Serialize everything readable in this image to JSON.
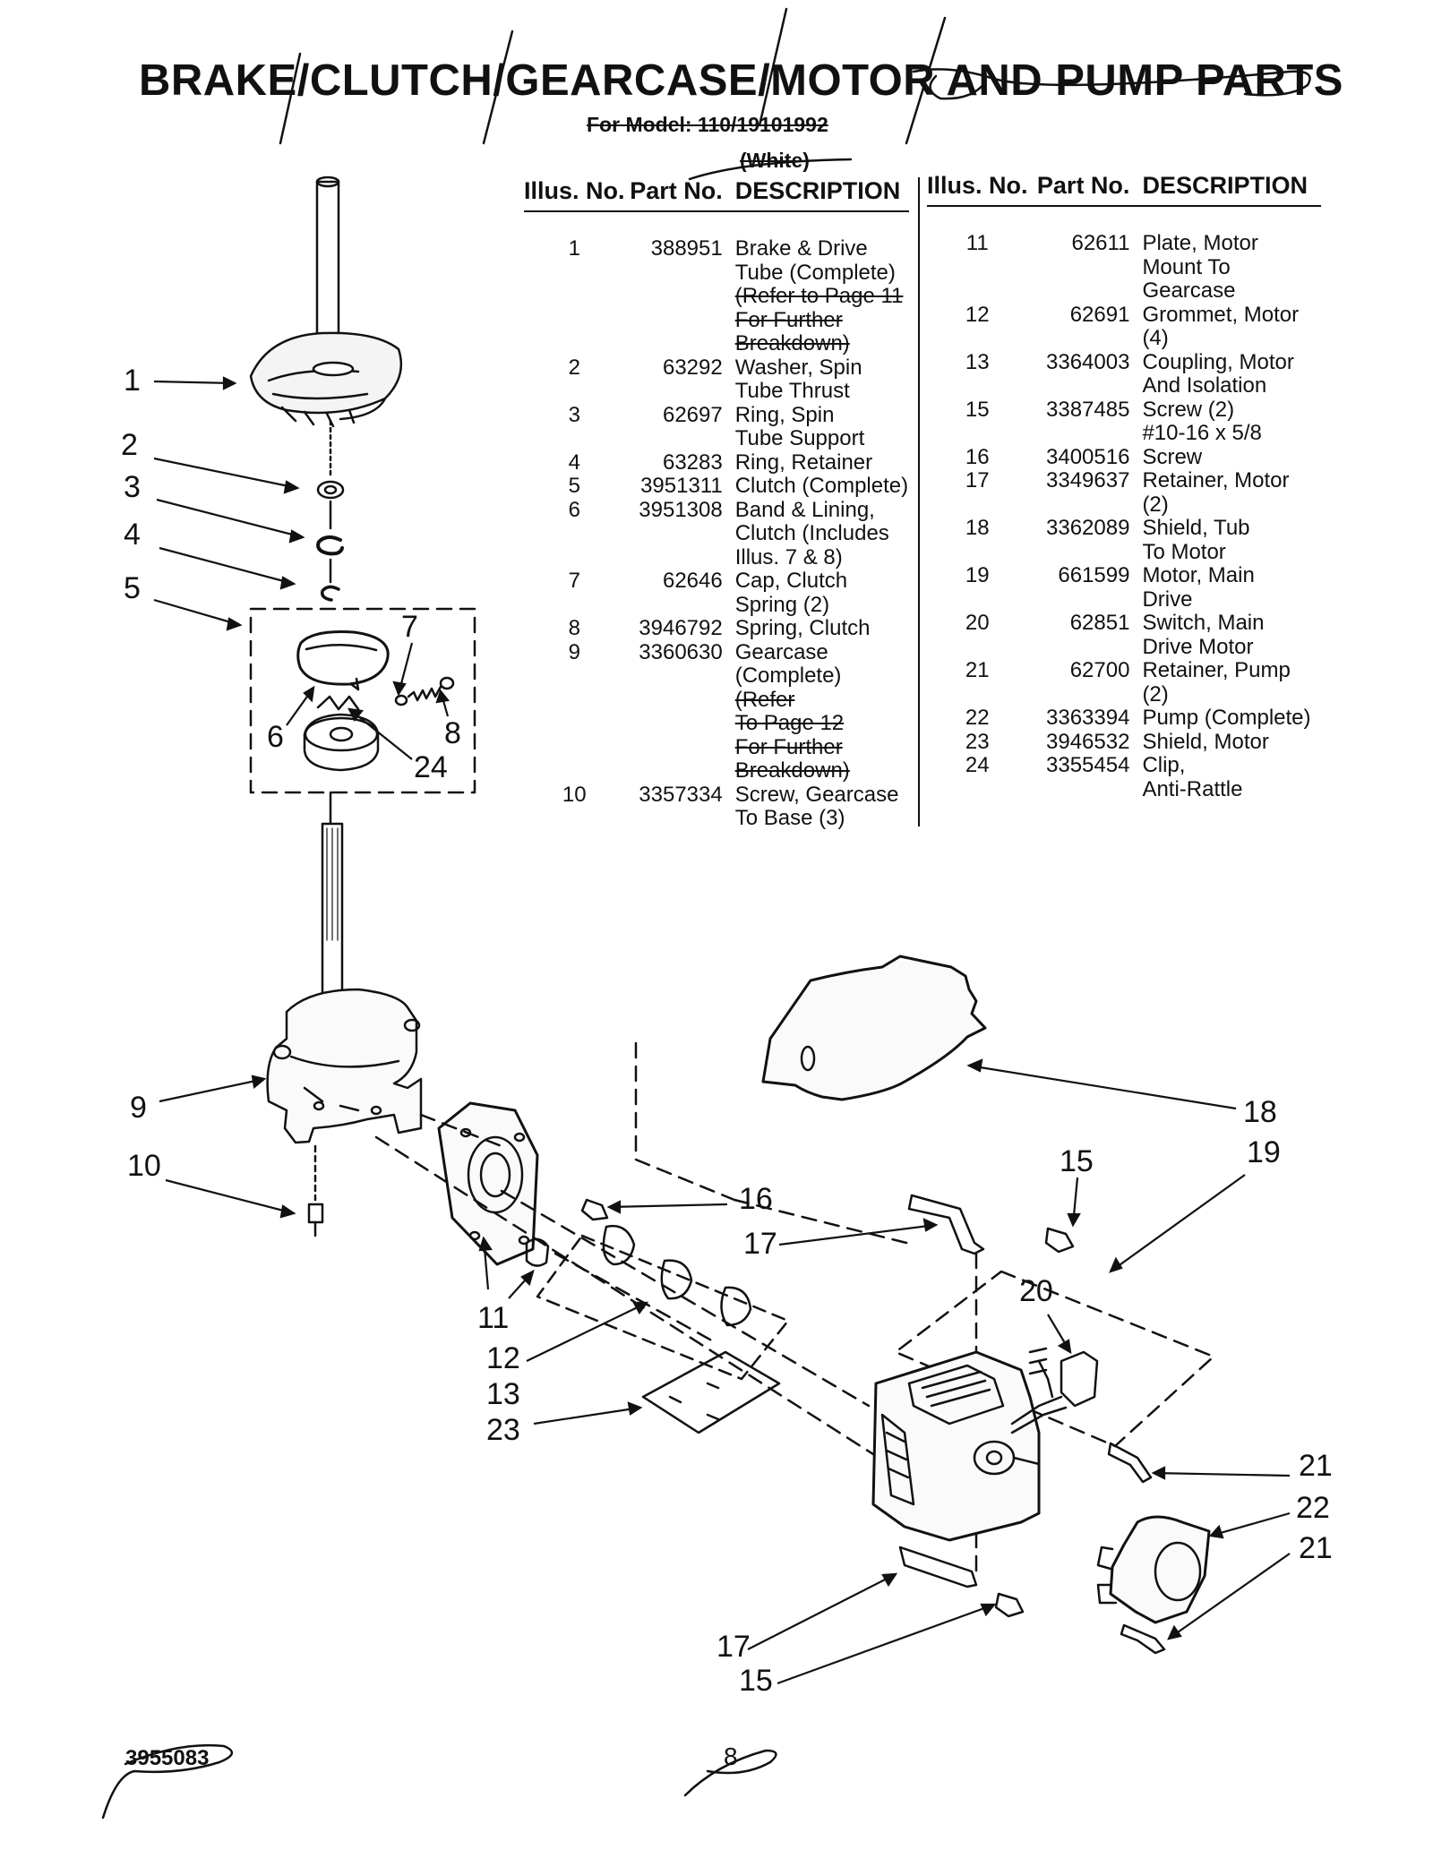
{
  "title": "BRAKE/CLUTCH/GEARCASE/MOTOR AND PUMP PARTS",
  "model_line": "For Model: 110/19101992",
  "color_line": "(White)",
  "table_headers": {
    "illus": "Illus. No.",
    "part": "Part No.",
    "description": "DESCRIPTION"
  },
  "parts_left": [
    {
      "illus": "1",
      "part": "388951",
      "lines": [
        "Brake & Drive",
        "Tube (Complete)"
      ],
      "struck_lines": [
        "(Refer to Page 11",
        "For Further",
        "Breakdown)"
      ]
    },
    {
      "illus": "2",
      "part": "63292",
      "lines": [
        "Washer, Spin",
        "Tube Thrust"
      ],
      "struck_lines": []
    },
    {
      "illus": "3",
      "part": "62697",
      "lines": [
        "Ring, Spin",
        "Tube Support"
      ],
      "struck_lines": []
    },
    {
      "illus": "4",
      "part": "63283",
      "lines": [
        "Ring, Retainer"
      ],
      "struck_lines": []
    },
    {
      "illus": "5",
      "part": "3951311",
      "lines": [
        "Clutch (Complete)"
      ],
      "struck_lines": []
    },
    {
      "illus": "6",
      "part": "3951308",
      "lines": [
        "Band & Lining,",
        "Clutch (Includes",
        "Illus. 7 & 8)"
      ],
      "struck_lines": []
    },
    {
      "illus": "7",
      "part": "62646",
      "lines": [
        "Cap, Clutch",
        "Spring (2)"
      ],
      "struck_lines": []
    },
    {
      "illus": "8",
      "part": "3946792",
      "lines": [
        "Spring, Clutch"
      ],
      "struck_lines": []
    },
    {
      "illus": "9",
      "part": "3360630",
      "lines": [
        "Gearcase",
        "(Complete)"
      ],
      "struck_lines": [
        "(Refer",
        "To Page 12",
        "For Further",
        "Breakdown)"
      ]
    },
    {
      "illus": "10",
      "part": "3357334",
      "lines": [
        "Screw, Gearcase",
        "To Base (3)"
      ],
      "struck_lines": []
    }
  ],
  "parts_right": [
    {
      "illus": "11",
      "part": "62611",
      "lines": [
        "Plate, Motor",
        "Mount To",
        "Gearcase"
      ]
    },
    {
      "illus": "12",
      "part": "62691",
      "lines": [
        "Grommet, Motor (4)"
      ]
    },
    {
      "illus": "13",
      "part": "3364003",
      "lines": [
        "Coupling, Motor",
        "And Isolation"
      ]
    },
    {
      "illus": "15",
      "part": "3387485",
      "lines": [
        "Screw (2)",
        "#10-16 x 5/8"
      ]
    },
    {
      "illus": "16",
      "part": "3400516",
      "lines": [
        "Screw"
      ]
    },
    {
      "illus": "17",
      "part": "3349637",
      "lines": [
        "Retainer, Motor (2)"
      ]
    },
    {
      "illus": "18",
      "part": "3362089",
      "lines": [
        "Shield, Tub",
        "To Motor"
      ]
    },
    {
      "illus": "19",
      "part": "661599",
      "lines": [
        "Motor, Main",
        "Drive"
      ]
    },
    {
      "illus": "20",
      "part": "62851",
      "lines": [
        "Switch, Main",
        "Drive Motor"
      ]
    },
    {
      "illus": "21",
      "part": "62700",
      "lines": [
        "Retainer, Pump (2)"
      ]
    },
    {
      "illus": "22",
      "part": "3363394",
      "lines": [
        "Pump (Complete)"
      ]
    },
    {
      "illus": "23",
      "part": "3946532",
      "lines": [
        "Shield, Motor"
      ]
    },
    {
      "illus": "24",
      "part": "3355454",
      "lines": [
        "Clip,",
        "Anti-Rattle"
      ]
    }
  ],
  "callouts": {
    "c1": "1",
    "c2": "2",
    "c3": "3",
    "c4": "4",
    "c5": "5",
    "c6": "6",
    "c7": "7",
    "c8": "8",
    "c24": "24",
    "c9": "9",
    "c10": "10",
    "c11": "11",
    "c12": "12",
    "c13": "13",
    "c23": "23",
    "c16": "16",
    "c17a": "17",
    "c18": "18",
    "c19": "19",
    "c15a": "15",
    "c20": "20",
    "c21a": "21",
    "c22": "22",
    "c21b": "21",
    "c17b": "17",
    "c15b": "15"
  },
  "doc_number": "3955083",
  "page_number": "8"
}
